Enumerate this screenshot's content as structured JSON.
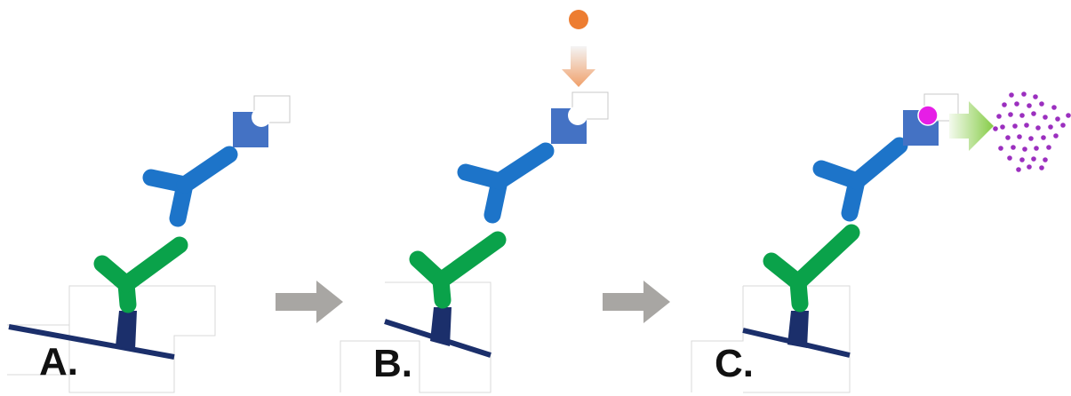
{
  "panels": [
    {
      "label": "A.",
      "state": "enzyme-labeled detection antibody bound, substrate not added"
    },
    {
      "label": "B.",
      "state": "substrate added"
    },
    {
      "label": "C.",
      "state": "substrate converted, signal released"
    }
  ],
  "colors": {
    "surface": "#1b2f6b",
    "capture_stem": "#1b2f6b",
    "capture_antibody": "#0aa24a",
    "detection_antibody": "#1d74c9",
    "enzyme": "#4472c4",
    "substrate": "#ed7d31",
    "product": "#e61ee6",
    "signal_dots": "#9b2fbf",
    "step_arrow": "#a8a6a3",
    "down_arrow_top": "#f2f2f2",
    "down_arrow_bottom": "#f0a06a",
    "signal_arrow_left": "#f2f9ec",
    "signal_arrow_right": "#8fd14f"
  },
  "icons": [
    "step-arrow-icon",
    "down-arrow-icon",
    "signal-arrow-icon"
  ]
}
